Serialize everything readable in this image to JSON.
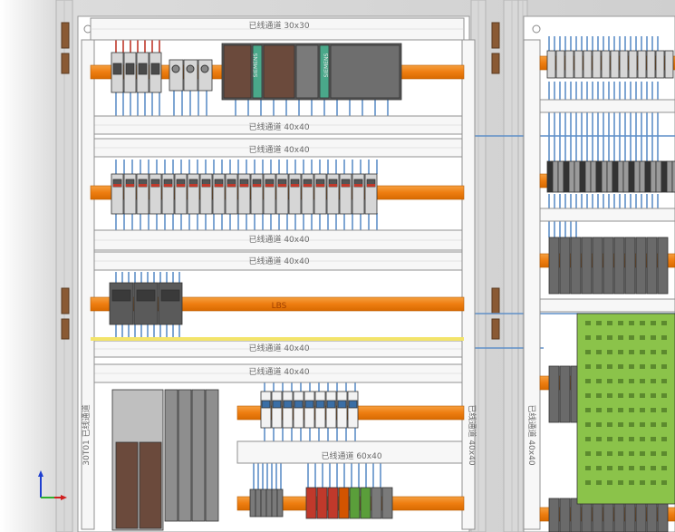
{
  "canvas": {
    "background": "#e9e9e9",
    "panel_fill": "#ffffff",
    "frame_color": "#b5b5b5",
    "wire_color": "#5f8fc8",
    "red_wire_color": "#c0392b",
    "rail_color": "#f28a1a",
    "trunking_fill": "#f7f7f7",
    "trunking_edge": "#909090",
    "device_dark": "#4a4a4a",
    "device_light": "#d6d6d6",
    "plc_brown": "#6b4a3c",
    "plc_teal": "#4aa88a",
    "green_plate": "#8bc34a",
    "label_color": "#6a6a6a"
  },
  "left_panel": {
    "trunking_labels": [
      "已线通道 30x30",
      "已线通道 40x40",
      "已线通道 40x40",
      "已线通道 40x40",
      "已线通道 40x40",
      "已线通道 40x40",
      "已线通道 40x40",
      "已线通道 60x40"
    ],
    "rail_label": "LBS",
    "vertical_label": "30T01 已线通道",
    "right_vertical_label_a": "已线通道 40x40",
    "right_vertical_label_b": "已线通道 40x40"
  },
  "plc": {
    "brand_label_a": "SIEMENS",
    "brand_label_b": "SIEMENS"
  },
  "axis_indicator": {
    "icon": "xyz-axis-icon"
  }
}
